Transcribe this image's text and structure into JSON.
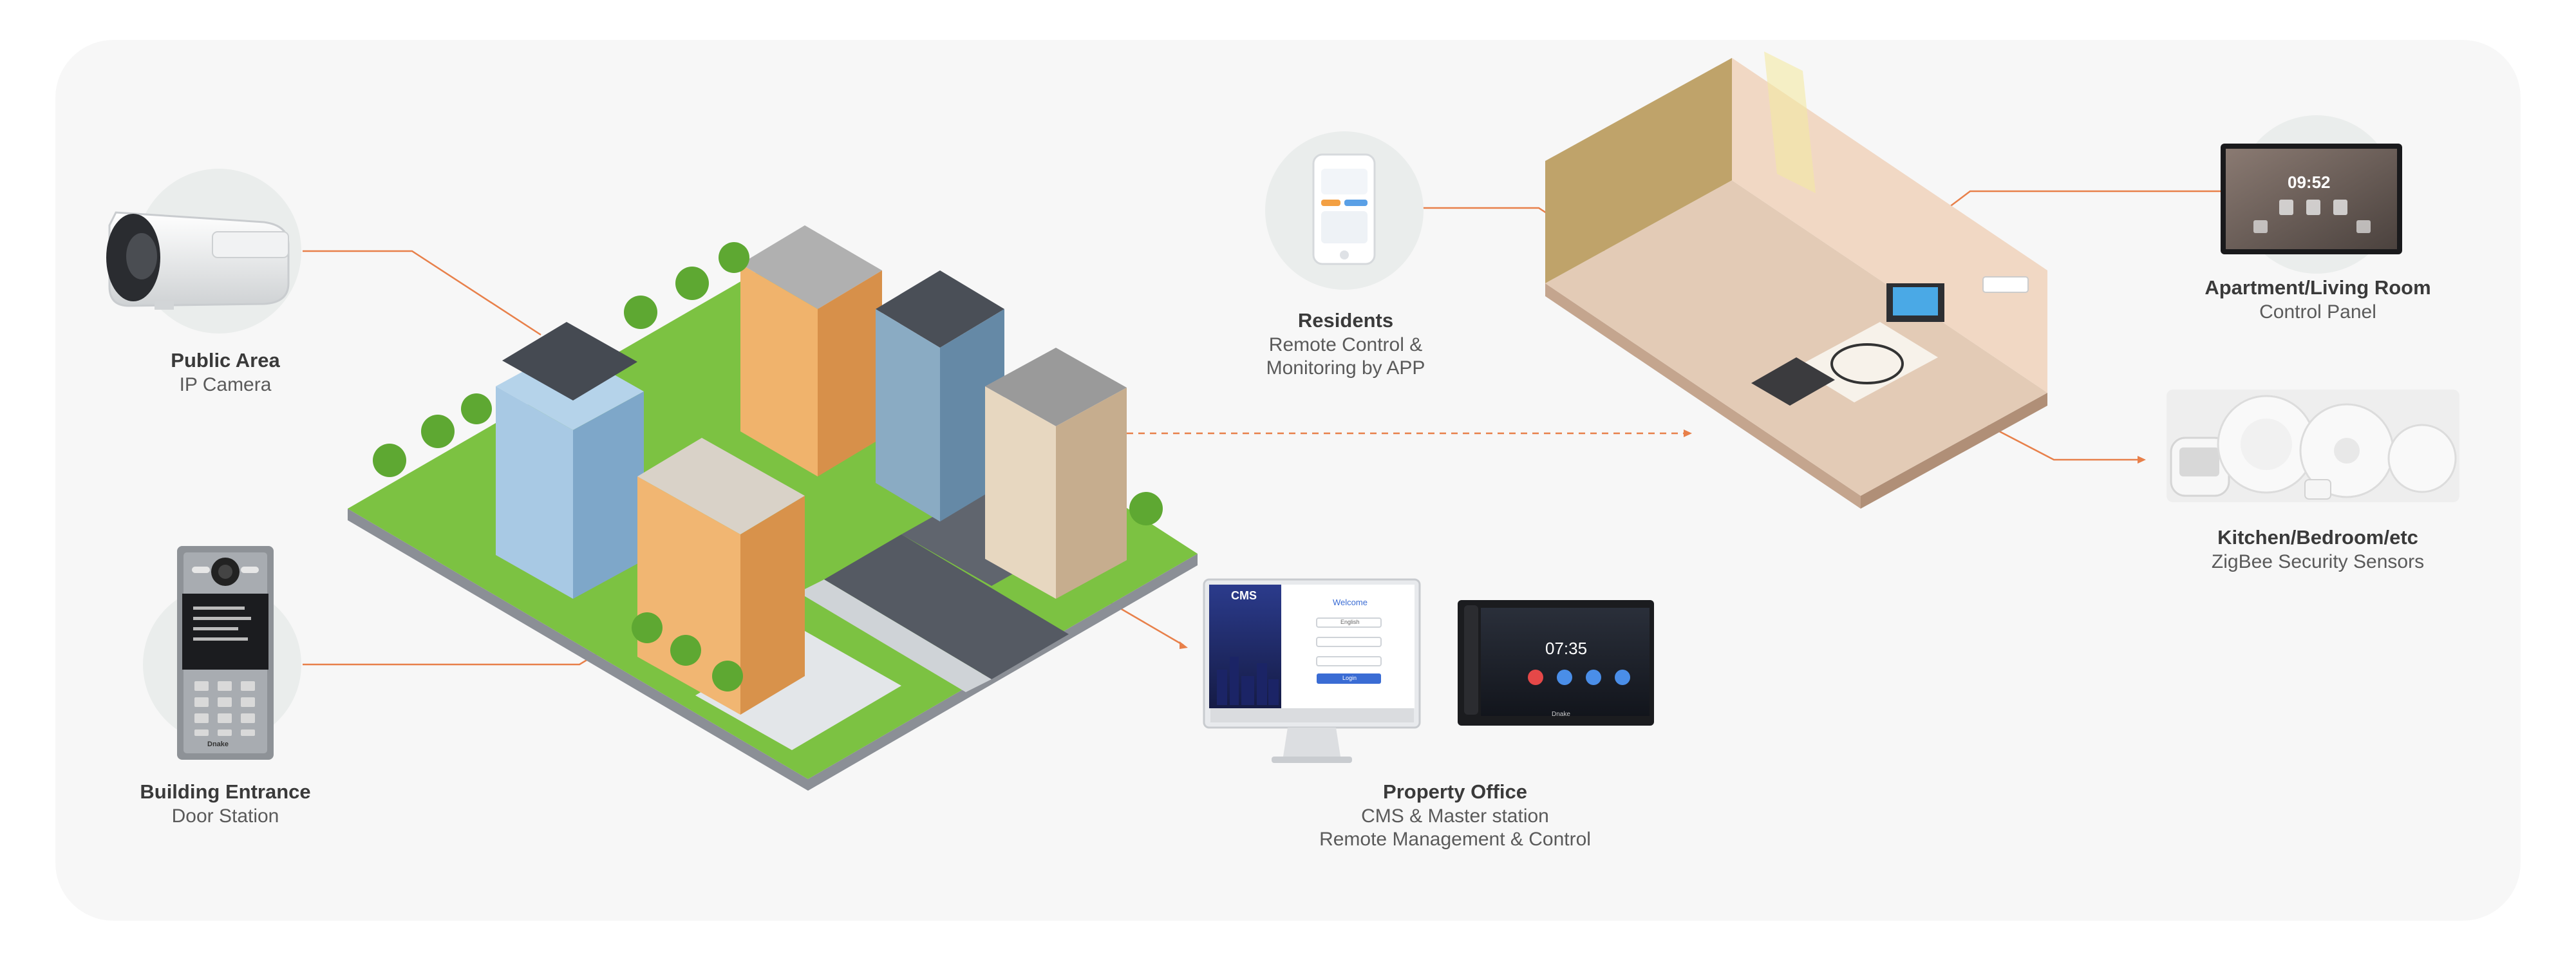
{
  "labels": {
    "public_area": {
      "title": "Public Area",
      "sub": "IP Camera"
    },
    "building_entrance": {
      "title": "Building Entrance",
      "sub": "Door Station"
    },
    "residents": {
      "title": "Residents",
      "sub1": "Remote Control &",
      "sub2": "Monitoring by APP"
    },
    "property_office": {
      "title": "Property Office",
      "sub1": "CMS & Master station",
      "sub2": "Remote Management & Control"
    },
    "apartment": {
      "title": "Apartment/Living Room",
      "sub": "Control Panel"
    },
    "kitchen": {
      "title": "Kitchen/Bedroom/etc",
      "sub": "ZigBee Security Sensors"
    }
  },
  "devices": {
    "cms_monitor": {
      "brand": "CMS",
      "welcome": "Welcome",
      "lang": "English",
      "login": "Login"
    },
    "master_station": {
      "time": "07:35",
      "brand": "Dnake"
    },
    "control_panel": {
      "time": "09:52"
    },
    "door_station": {
      "brand": "Dnake"
    }
  },
  "colors": {
    "connector": "#e8804a",
    "panel_bg": "#f7f7f7",
    "circle_bg": "#eaedec",
    "grass": "#7cc242",
    "road": "#555a63"
  }
}
